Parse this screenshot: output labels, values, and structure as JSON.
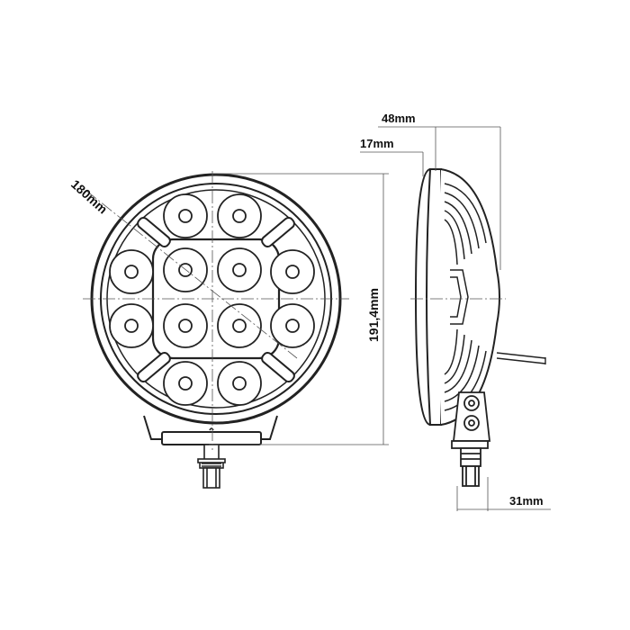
{
  "dimensions": {
    "diameter": "180mm",
    "height": "191,4mm",
    "depth_total": "48mm",
    "depth_front": "17mm",
    "bracket_width": "31mm"
  },
  "colors": {
    "line": "#222222",
    "dim_line": "#555555",
    "led_fill": "#ffffff"
  }
}
